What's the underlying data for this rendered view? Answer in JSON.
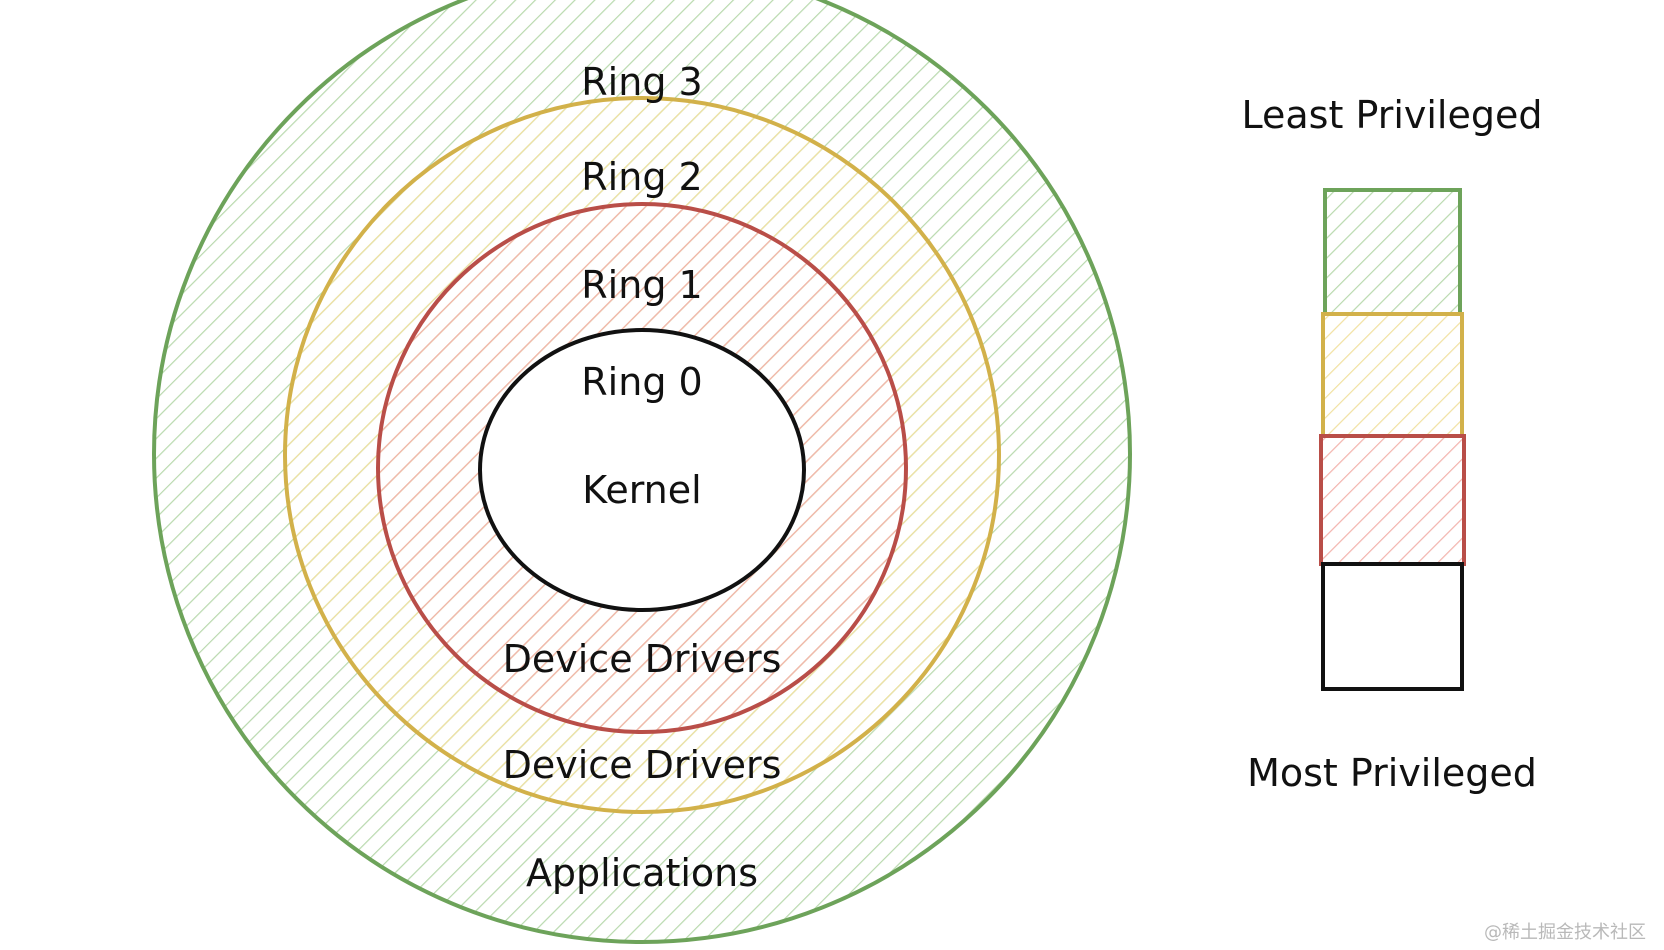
{
  "diagram": {
    "rings": [
      {
        "id": "ring-3",
        "title": "Ring 3",
        "role": "Applications",
        "color": "#6da35a",
        "fill": "#b9d9ae"
      },
      {
        "id": "ring-2",
        "title": "Ring 2",
        "role": "Device Drivers",
        "color": "#d2b14a",
        "fill": "#f1e1a1"
      },
      {
        "id": "ring-1",
        "title": "Ring 1",
        "role": "Device Drivers",
        "color": "#b94e48",
        "fill": "#f3b3ad"
      },
      {
        "id": "ring-0",
        "title": "Ring 0",
        "role": "Kernel",
        "color": "#111111",
        "fill": "#ffffff"
      }
    ],
    "legend": {
      "top_label": "Least Privileged",
      "bottom_label": "Most Privileged",
      "blocks": [
        {
          "ring": "ring-3",
          "color": "#6da35a"
        },
        {
          "ring": "ring-2",
          "color": "#d2b14a"
        },
        {
          "ring": "ring-1",
          "color": "#b94e48"
        },
        {
          "ring": "ring-0",
          "color": "#111111"
        }
      ]
    }
  },
  "watermark": "@稀土掘金技术社区"
}
